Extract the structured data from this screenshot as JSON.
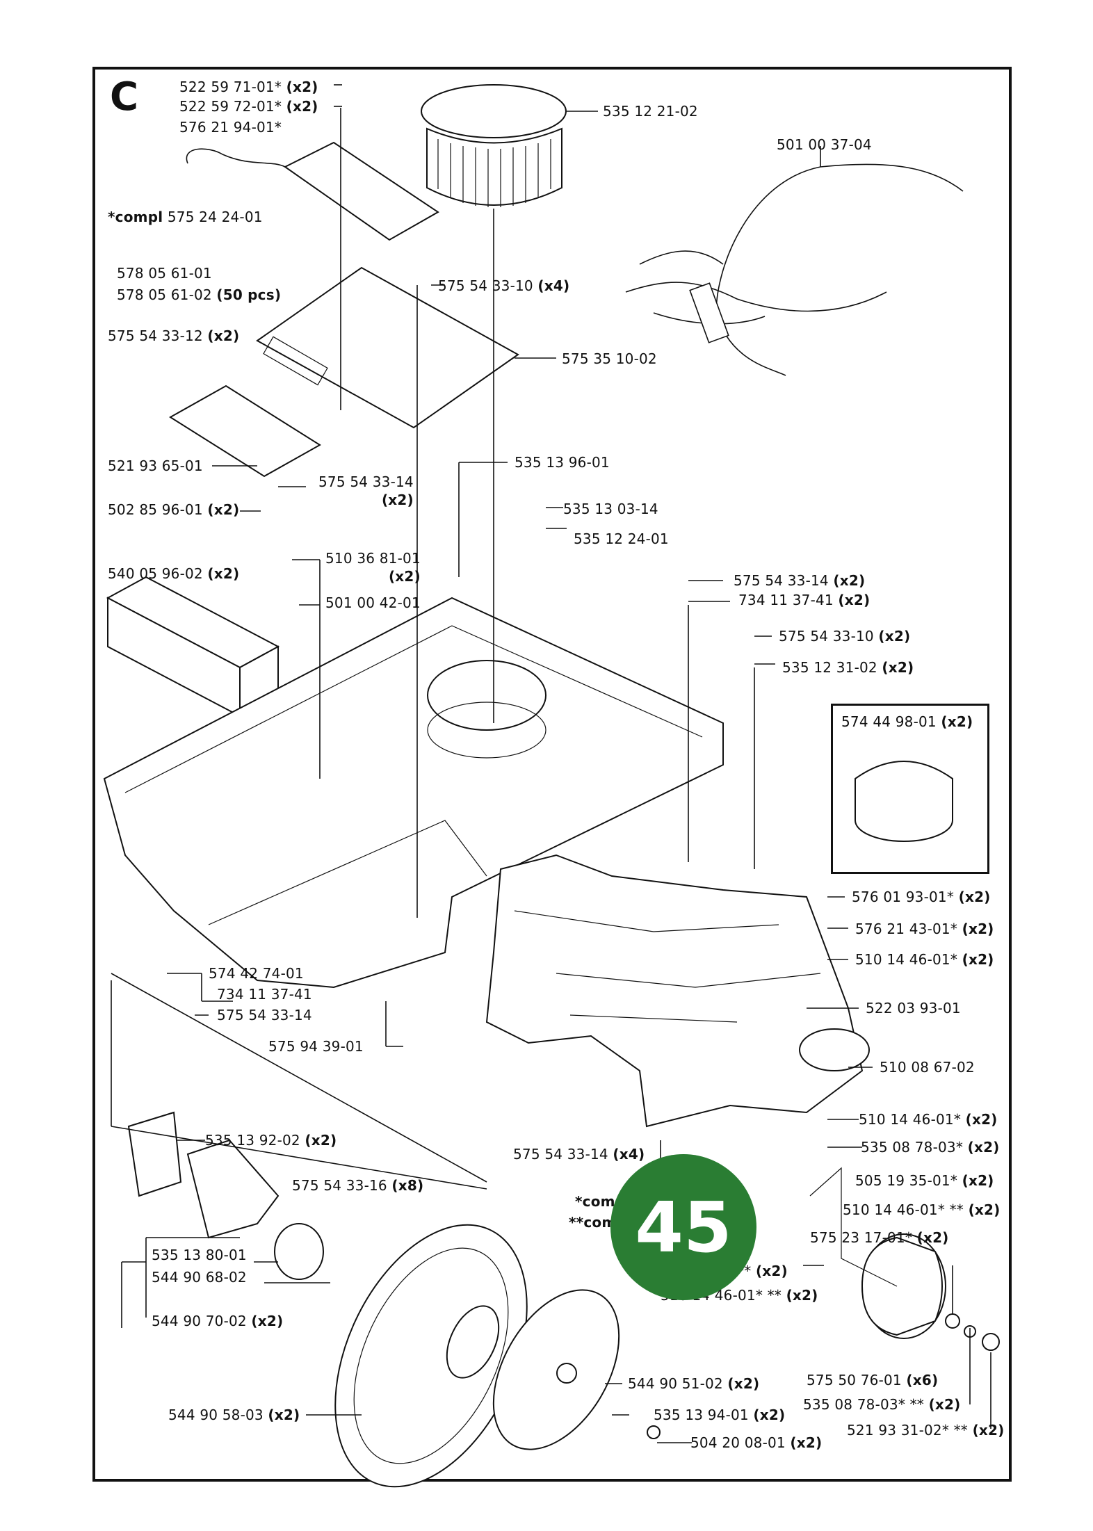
{
  "section": "C",
  "badge": "45",
  "labels": [
    {
      "id": "l1",
      "num": "522 59 71-01*",
      "qty": "(x2)"
    },
    {
      "id": "l2",
      "num": "522 59 72-01*",
      "qty": "(x2)"
    },
    {
      "id": "l3",
      "num": "576 21 94-01*",
      "qty": ""
    },
    {
      "id": "l4",
      "num": "575 24 24-01",
      "prefix": "*compl",
      "qty": ""
    },
    {
      "id": "l5",
      "num": "578 05 61-01",
      "qty": ""
    },
    {
      "id": "l6",
      "num": "578 05 61-02",
      "qty": "(50 pcs)"
    },
    {
      "id": "l7",
      "num": "575 54 33-12",
      "qty": "(x2)"
    },
    {
      "id": "l8",
      "num": "521 93 65-01",
      "qty": ""
    },
    {
      "id": "l9",
      "num": "502 85 96-01",
      "qty": "(x2)"
    },
    {
      "id": "l10",
      "num": "540 05 96-02",
      "qty": "(x2)"
    },
    {
      "id": "l11",
      "num": "535 12 21-02",
      "qty": ""
    },
    {
      "id": "l12",
      "num": "501 00 37-04",
      "qty": ""
    },
    {
      "id": "l13",
      "num": "575 54 33-10",
      "qty": "(x4)"
    },
    {
      "id": "l14",
      "num": "575 35 10-02",
      "qty": ""
    },
    {
      "id": "l15",
      "num": "535 13 96-01",
      "qty": ""
    },
    {
      "id": "l16",
      "num": "575 54 33-14",
      "qty": "(x2)"
    },
    {
      "id": "l17",
      "num": "535 13 03-14",
      "qty": ""
    },
    {
      "id": "l18",
      "num": "535 12 24-01",
      "qty": ""
    },
    {
      "id": "l19",
      "num": "510 36 81-01",
      "qty": "(x2)"
    },
    {
      "id": "l20",
      "num": "501 00 42-01",
      "qty": ""
    },
    {
      "id": "l21",
      "num": "575 54 33-14",
      "qty": "(x2)"
    },
    {
      "id": "l22",
      "num": "734 11 37-41",
      "qty": "(x2)"
    },
    {
      "id": "l23",
      "num": "575 54 33-10",
      "qty": "(x2)"
    },
    {
      "id": "l24",
      "num": "535 12 31-02",
      "qty": "(x2)"
    },
    {
      "id": "l25",
      "num": "574 44 98-01",
      "qty": "(x2)"
    },
    {
      "id": "l26",
      "num": "576 01 93-01*",
      "qty": "(x2)"
    },
    {
      "id": "l27",
      "num": "576 21 43-01*",
      "qty": "(x2)"
    },
    {
      "id": "l28",
      "num": "510 14 46-01*",
      "qty": "(x2)"
    },
    {
      "id": "l29",
      "num": "522 03 93-01",
      "qty": ""
    },
    {
      "id": "l30",
      "num": "510 08 67-02",
      "qty": ""
    },
    {
      "id": "l31",
      "num": "510 14 46-01*",
      "qty": "(x2)"
    },
    {
      "id": "l32",
      "num": "535 08 78-03*",
      "qty": "(x2)"
    },
    {
      "id": "l33",
      "num": "505 19 35-01*",
      "qty": "(x2)"
    },
    {
      "id": "l34",
      "num": "510 14 46-01* **",
      "qty": "(x2)"
    },
    {
      "id": "l35",
      "num": "575 23 17-01*",
      "qty": "(x2)"
    },
    {
      "id": "l36",
      "num": "574 42 74-01",
      "qty": ""
    },
    {
      "id": "l37",
      "num": "734 11 37-41",
      "qty": ""
    },
    {
      "id": "l38",
      "num": "575 54 33-14",
      "qty": ""
    },
    {
      "id": "l39",
      "num": "575 94 39-01",
      "qty": ""
    },
    {
      "id": "l40",
      "num": "535 13 92-02",
      "qty": "(x2)"
    },
    {
      "id": "l41",
      "num": "575 54 33-16",
      "qty": "(x8)"
    },
    {
      "id": "l42",
      "num": "575 54 33-14",
      "qty": "(x4)"
    },
    {
      "id": "l43",
      "num": "*com",
      "qty": ""
    },
    {
      "id": "l44",
      "num": "**com",
      "qty": ""
    },
    {
      "id": "l45",
      "num": "**",
      "qty": "(x2)"
    },
    {
      "id": "l46",
      "num": "510 14 46-01* **",
      "qty": "(x2)"
    },
    {
      "id": "l47",
      "num": "535 13 80-01",
      "qty": ""
    },
    {
      "id": "l48",
      "num": "544 90 68-02",
      "qty": ""
    },
    {
      "id": "l49",
      "num": "544 90 70-02",
      "qty": "(x2)"
    },
    {
      "id": "l50",
      "num": "544 90 51-02",
      "qty": "(x2)"
    },
    {
      "id": "l51",
      "num": "535 13 94-01",
      "qty": "(x2)"
    },
    {
      "id": "l52",
      "num": "504 20 08-01",
      "qty": "(x2)"
    },
    {
      "id": "l53",
      "num": "544 90 58-03",
      "qty": "(x2)"
    },
    {
      "id": "l54",
      "num": "575 50 76-01",
      "qty": "(x6)"
    },
    {
      "id": "l55",
      "num": "535 08 78-03* **",
      "qty": "(x2)"
    },
    {
      "id": "l56",
      "num": "521 93 31-02* **",
      "qty": "(x2)"
    }
  ]
}
